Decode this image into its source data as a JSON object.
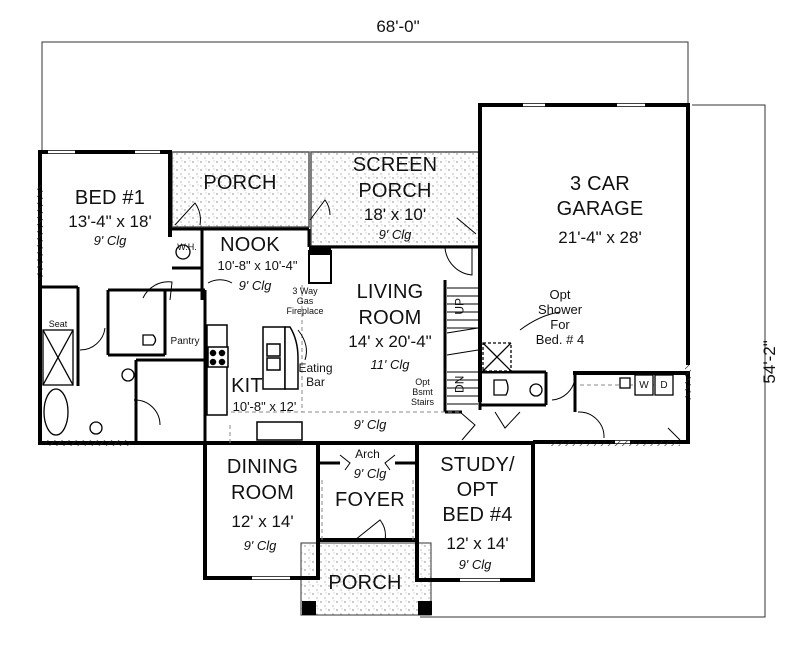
{
  "dimensions": {
    "overall_width": "68'-0\"",
    "overall_depth": "54'-2\""
  },
  "rooms": {
    "bed1": {
      "name": "BED #1",
      "size": "13'-4\" x 18'",
      "ceiling": "9' Clg"
    },
    "porch_rear": {
      "name": "PORCH"
    },
    "screen_porch": {
      "name_line1": "SCREEN",
      "name_line2": "PORCH",
      "size": "18' x 10'",
      "ceiling": "9' Clg"
    },
    "garage": {
      "name_line1": "3 CAR",
      "name_line2": "GARAGE",
      "size": "21'-4\" x 28'"
    },
    "nook": {
      "name": "NOOK",
      "size": "10'-8\" x 10'-4\"",
      "ceiling": "9' Clg"
    },
    "living": {
      "name_line1": "LIVING",
      "name_line2": "ROOM",
      "size": "14' x 20'-4\"",
      "ceiling": "11' Clg"
    },
    "kitchen": {
      "name": "KIT",
      "size": "10'-8\" x 12'"
    },
    "hall": {
      "ceiling": "9' Clg"
    },
    "dining": {
      "name_line1": "DINING",
      "name_line2": "ROOM",
      "size": "12' x 14'",
      "ceiling": "9' Clg"
    },
    "foyer": {
      "name": "FOYER",
      "ceiling": "9' Clg",
      "arch": "Arch"
    },
    "study": {
      "name_line1": "STUDY/",
      "name_line2": "OPT",
      "name_line3": "BED #4",
      "size": "12' x 14'",
      "ceiling": "9' Clg"
    },
    "porch_front": {
      "name": "PORCH"
    }
  },
  "annotations": {
    "water_heater": "W.H.",
    "pantry": "Pantry",
    "seat": "Seat",
    "fireplace_line1": "3 Way",
    "fireplace_line2": "Gas",
    "fireplace_line3": "Fireplace",
    "eating_bar_line1": "Eating",
    "eating_bar_line2": "Bar",
    "stairs_up": "UP",
    "stairs_down": "DN",
    "bsmt_line1": "Opt",
    "bsmt_line2": "Bsmt",
    "bsmt_line3": "Stairs",
    "shower_line1": "Opt",
    "shower_line2": "Shower",
    "shower_line3": "For",
    "shower_line4": "Bed. # 4",
    "washer": "W",
    "dryer": "D"
  }
}
